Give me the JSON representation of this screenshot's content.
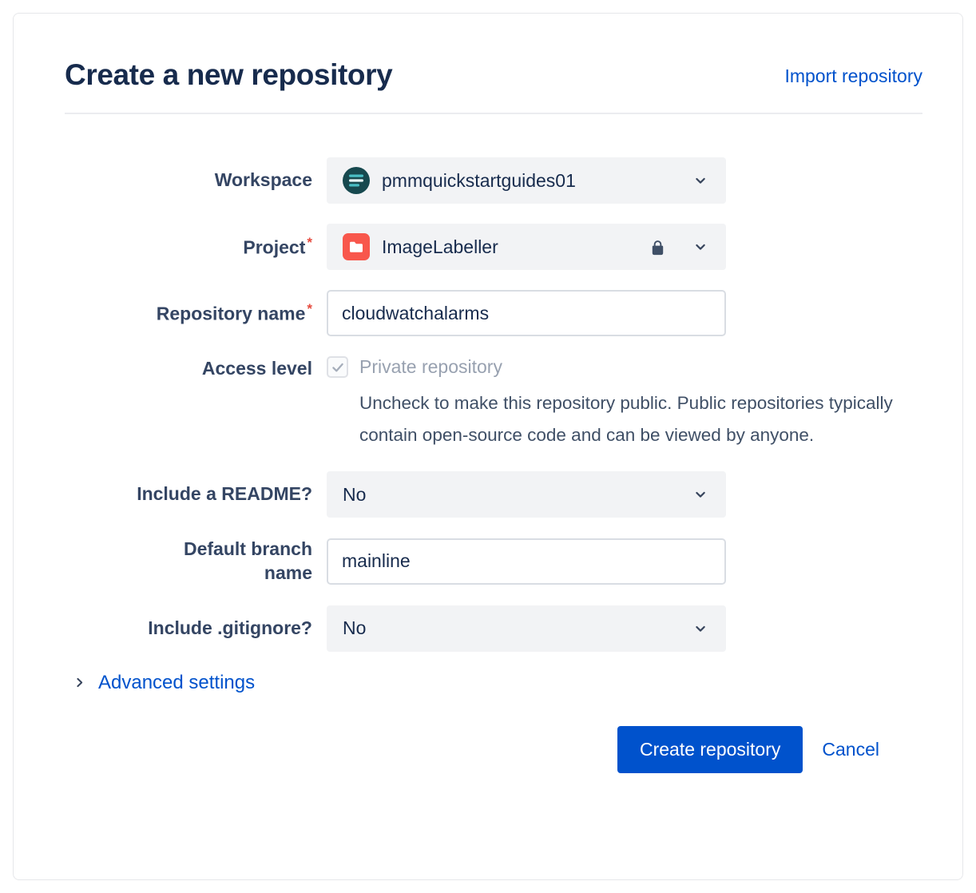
{
  "header": {
    "title": "Create a new repository",
    "import_link": "Import repository"
  },
  "form": {
    "workspace": {
      "label": "Workspace",
      "value": "pmmquickstartguides01"
    },
    "project": {
      "label": "Project",
      "required_mark": "*",
      "value": "ImageLabeller"
    },
    "repository_name": {
      "label": "Repository name",
      "required_mark": "*",
      "value": "cloudwatchalarms"
    },
    "access_level": {
      "label": "Access level",
      "checkbox_label": "Private repository",
      "checkbox_checked": true,
      "help_text": "Uncheck to make this repository public. Public repositories typically contain open-source code and can be viewed by anyone."
    },
    "readme": {
      "label": "Include a README?",
      "value": "No"
    },
    "default_branch": {
      "label": "Default branch name",
      "value": "mainline"
    },
    "gitignore": {
      "label": "Include .gitignore?",
      "value": "No"
    }
  },
  "advanced": {
    "label": "Advanced settings"
  },
  "footer": {
    "create_button": "Create repository",
    "cancel_link": "Cancel"
  },
  "icons": {
    "workspace_avatar": "teal-striped-avatar",
    "project": "red-folder-badge",
    "lock": "lock",
    "chevron_down": "chevron-down",
    "chevron_right": "chevron-right",
    "checkbox_check": "check-mark"
  },
  "colors": {
    "primary": "#0052cc",
    "title": "#172b4d",
    "label": "#344563",
    "required": "#e5493d",
    "field_bg": "#f2f3f5",
    "muted_text": "#98a1b0"
  }
}
